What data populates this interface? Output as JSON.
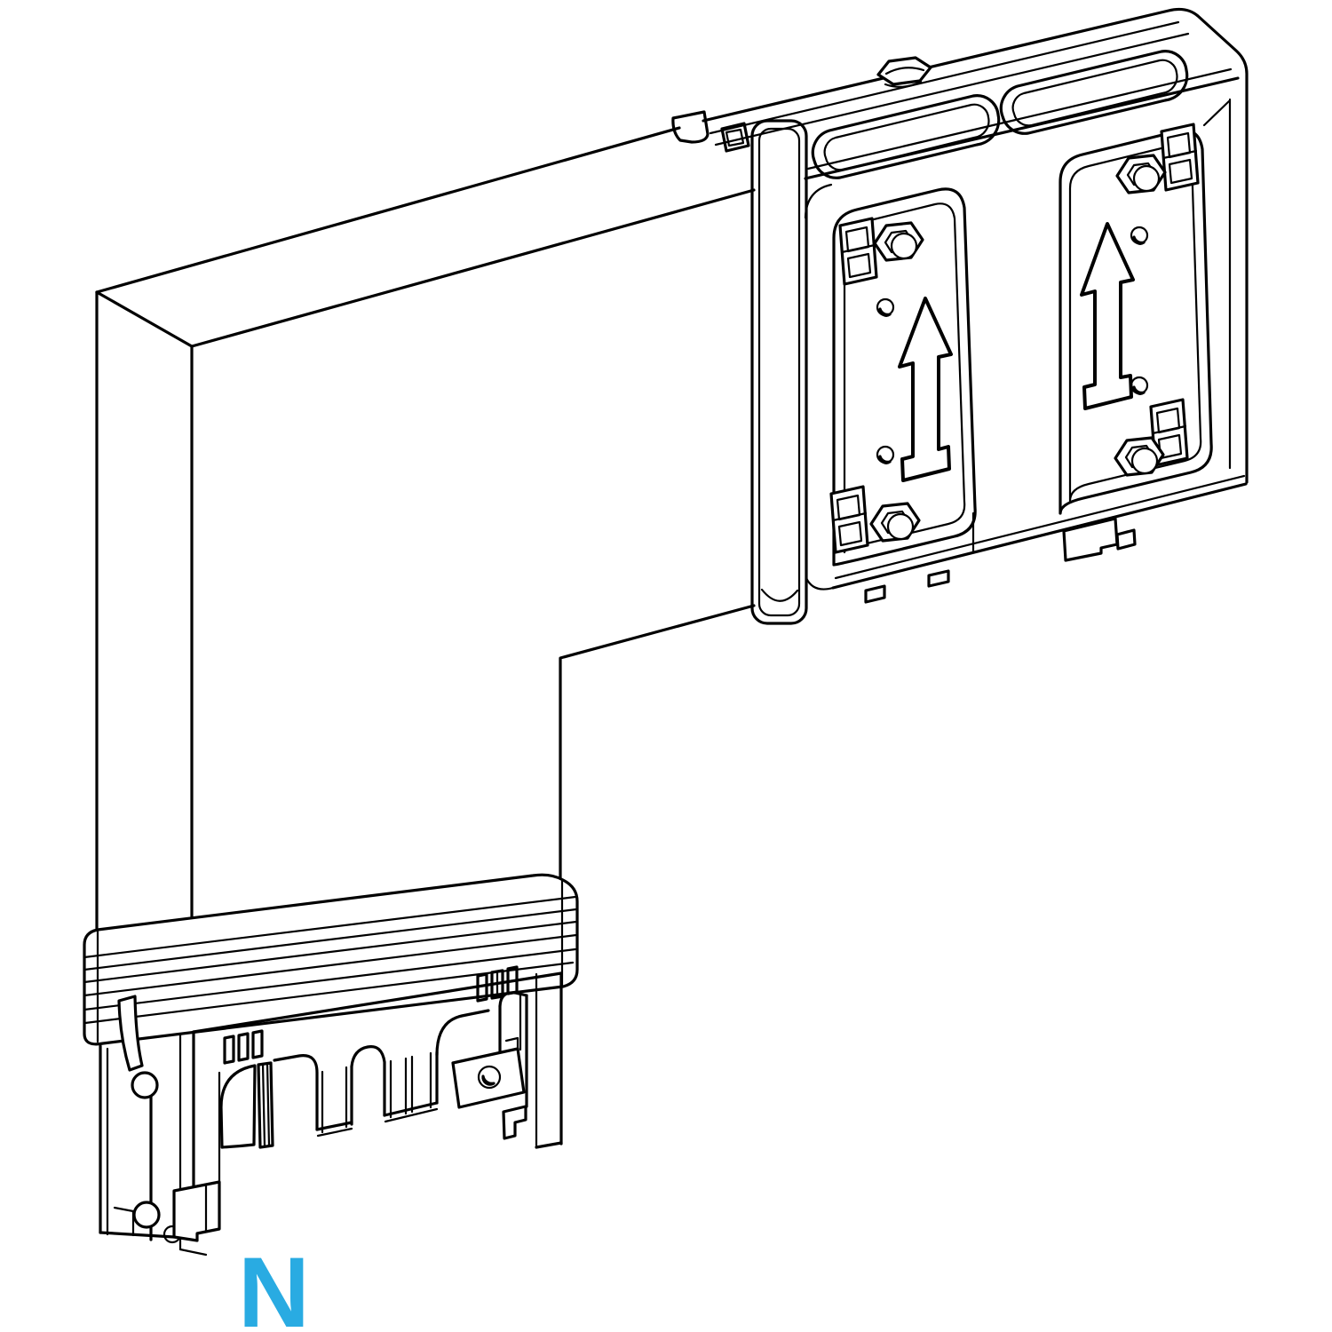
{
  "colors": {
    "line": "#000000",
    "neutral_accent": "#29ABE2",
    "background": "#FFFFFF"
  },
  "drawing": {
    "projection": "isometric",
    "subject": "busbar trunking elbow unit with wall-mounting bracket plates and feed connector end",
    "labels": {
      "neutral_conductor": "N"
    },
    "parts": [
      "elbow-duct-body",
      "end-flange-strap",
      "bracket-top-rail",
      "rail-handle-slots",
      "top-hex-bolt",
      "mounting-back-plate",
      "fixing-pad-left",
      "fixing-pad-right",
      "direction-arrow-emboss",
      "hex-bolt",
      "corner-clip",
      "pilot-hole",
      "gasket-molding",
      "connector-front-plate",
      "phase-separator-fins",
      "neutral-connector-highlight",
      "retaining-latch",
      "clamp-plate",
      "neutral-label"
    ]
  }
}
